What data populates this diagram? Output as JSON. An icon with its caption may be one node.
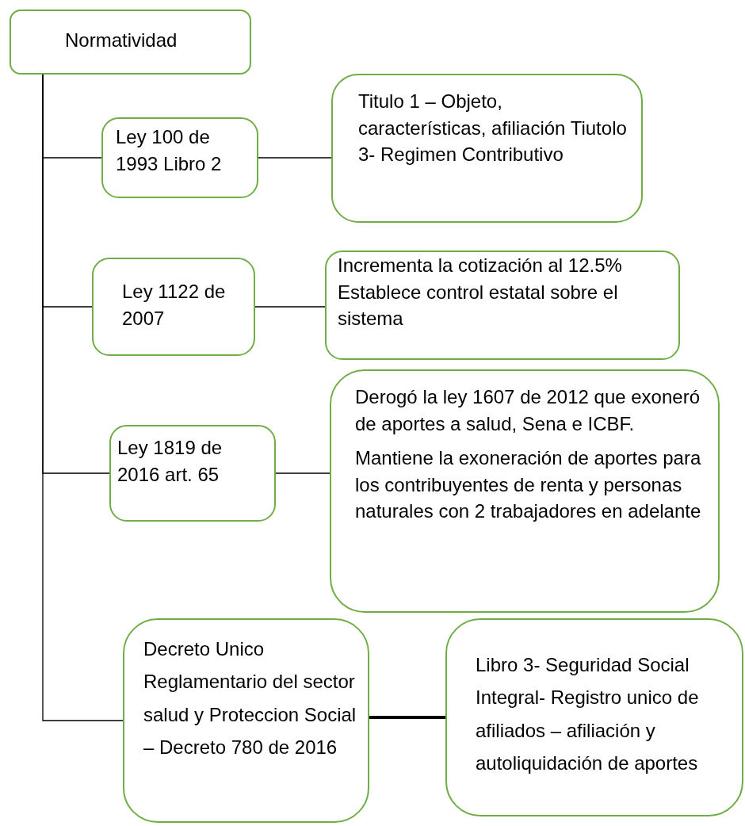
{
  "diagram": {
    "nodes": [
      {
        "text": [
          "Normatividad"
        ]
      },
      {
        "text": [
          "Ley 100 de 1993 Libro 2"
        ]
      },
      {
        "text": [
          "Titulo 1 – Objeto, características, afiliación Tiutolo 3- Regimen Contributivo"
        ]
      },
      {
        "text": [
          "Ley 1122 de 2007"
        ]
      },
      {
        "text": [
          "Incrementa la cotización al 12.5% Establece control estatal sobre el  sistema"
        ]
      },
      {
        "text": [
          "Ley 1819 de 2016 art. 65"
        ]
      },
      {
        "text": [
          "Derogó la ley 1607 de 2012 que exoneró de aportes a salud, Sena e ICBF.",
          "Mantiene la exoneración de aportes para los contribuyentes de renta y personas naturales con 2 trabajadores en adelante"
        ]
      },
      {
        "text": [
          "Decreto Unico Reglamentario del sector salud y Proteccion Social – Decreto 780 de 2016"
        ]
      },
      {
        "text": [
          "Libro 3- Seguridad Social Integral- Registro unico de afiliados – afiliación y autoliquidación de aportes"
        ]
      }
    ],
    "edges": [
      {
        "from": 0,
        "to": 1,
        "arrow": "none"
      },
      {
        "from": 0,
        "to": 3,
        "arrow": "none"
      },
      {
        "from": 0,
        "to": 5,
        "arrow": "none"
      },
      {
        "from": 0,
        "to": 7,
        "arrow": "none"
      },
      {
        "from": 1,
        "to": 2,
        "arrow": "none"
      },
      {
        "from": 3,
        "to": 4,
        "arrow": "none"
      },
      {
        "from": 5,
        "to": 6,
        "arrow": "none"
      },
      {
        "from": 7,
        "to": 8,
        "arrow": "none",
        "style": "thick"
      }
    ]
  }
}
